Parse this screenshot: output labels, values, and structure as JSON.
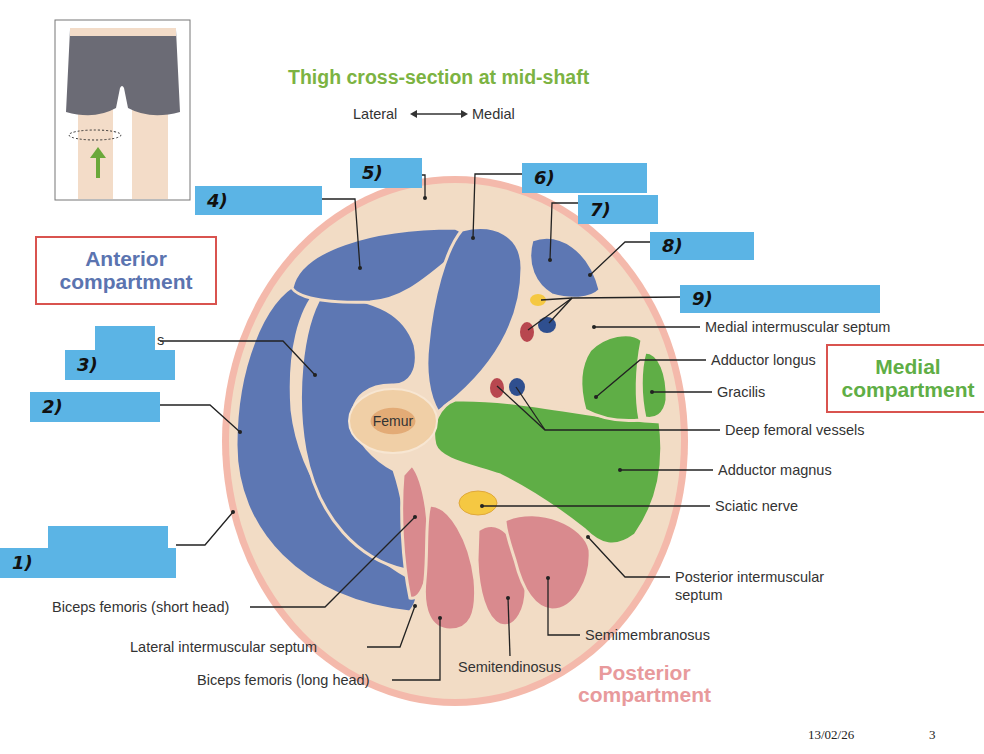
{
  "diagram": {
    "title": "Thigh cross-section at mid-shaft",
    "nodes": [
      {
        "text": [
          "5)"
        ]
      },
      {
        "text": [
          "6)"
        ]
      },
      {
        "text": [
          "4)"
        ]
      },
      {
        "text": [
          "7)"
        ]
      },
      {
        "text": [
          "8)"
        ]
      },
      {
        "text": [
          "Anterior compartment"
        ]
      },
      {
        "text": [
          "9)"
        ]
      },
      {
        "text": [
          "3)"
        ]
      },
      {
        "text": [
          "Medial compartment"
        ]
      },
      {
        "text": [
          "2)"
        ]
      },
      {
        "text": [
          "Femur"
        ]
      },
      {
        "text": [
          "1)"
        ]
      }
    ],
    "labels": [
      "Lateral",
      "Medial",
      "s",
      "Medial intermuscular septum",
      "Adductor longus",
      "Gracilis",
      "Deep femoral vessels",
      "Adductor magnus",
      "Sciatic nerve",
      "Biceps femoris (short head)",
      "Posterior intermuscular septum",
      "Lateral intermuscular septum",
      "Semimembranosus",
      "Semitendinosus",
      "Biceps femoris (long head)",
      "Posterior compartment",
      "13/02/26",
      "3"
    ]
  }
}
